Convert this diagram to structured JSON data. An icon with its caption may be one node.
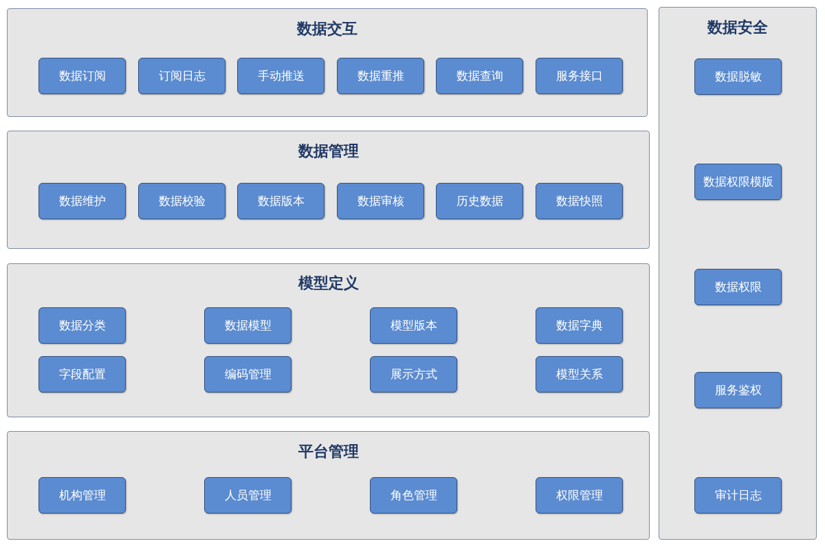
{
  "diagram": {
    "nodes": [
      {
        "text": [
          "数据交互"
        ]
      },
      {
        "text": [
          "数据订阅"
        ],
        "in": 0
      },
      {
        "text": [
          "订阅日志"
        ],
        "in": 0
      },
      {
        "text": [
          "手动推送"
        ],
        "in": 0
      },
      {
        "text": [
          "数据重推"
        ],
        "in": 0
      },
      {
        "text": [
          "数据查询"
        ],
        "in": 0
      },
      {
        "text": [
          "服务接口"
        ],
        "in": 0
      },
      {
        "text": [
          "数据管理"
        ]
      },
      {
        "text": [
          "数据维护"
        ],
        "in": 7
      },
      {
        "text": [
          "数据校验"
        ],
        "in": 7
      },
      {
        "text": [
          "数据版本"
        ],
        "in": 7
      },
      {
        "text": [
          "数据审核"
        ],
        "in": 7
      },
      {
        "text": [
          "历史数据"
        ],
        "in": 7
      },
      {
        "text": [
          "数据快照"
        ],
        "in": 7
      },
      {
        "text": [
          "模型定义"
        ]
      },
      {
        "text": [
          "数据分类"
        ],
        "in": 14
      },
      {
        "text": [
          "数据模型"
        ],
        "in": 14
      },
      {
        "text": [
          "模型版本"
        ],
        "in": 14
      },
      {
        "text": [
          "数据字典"
        ],
        "in": 14
      },
      {
        "text": [
          "字段配置"
        ],
        "in": 14
      },
      {
        "text": [
          "编码管理"
        ],
        "in": 14
      },
      {
        "text": [
          "展示方式"
        ],
        "in": 14
      },
      {
        "text": [
          "模型关系"
        ],
        "in": 14
      },
      {
        "text": [
          "平台管理"
        ]
      },
      {
        "text": [
          "机构管理"
        ],
        "in": 23
      },
      {
        "text": [
          "人员管理"
        ],
        "in": 23
      },
      {
        "text": [
          "角色管理"
        ],
        "in": 23
      },
      {
        "text": [
          "权限管理"
        ],
        "in": 23
      },
      {
        "text": [
          "数据安全"
        ]
      },
      {
        "text": [
          "数据脱敏"
        ],
        "in": 28
      },
      {
        "text": [
          "数据权限模版"
        ],
        "in": 28
      },
      {
        "text": [
          "数据权限"
        ],
        "in": 28
      },
      {
        "text": [
          "服务鉴权"
        ],
        "in": 28
      },
      {
        "text": [
          "审计日志"
        ],
        "in": 28
      }
    ]
  }
}
